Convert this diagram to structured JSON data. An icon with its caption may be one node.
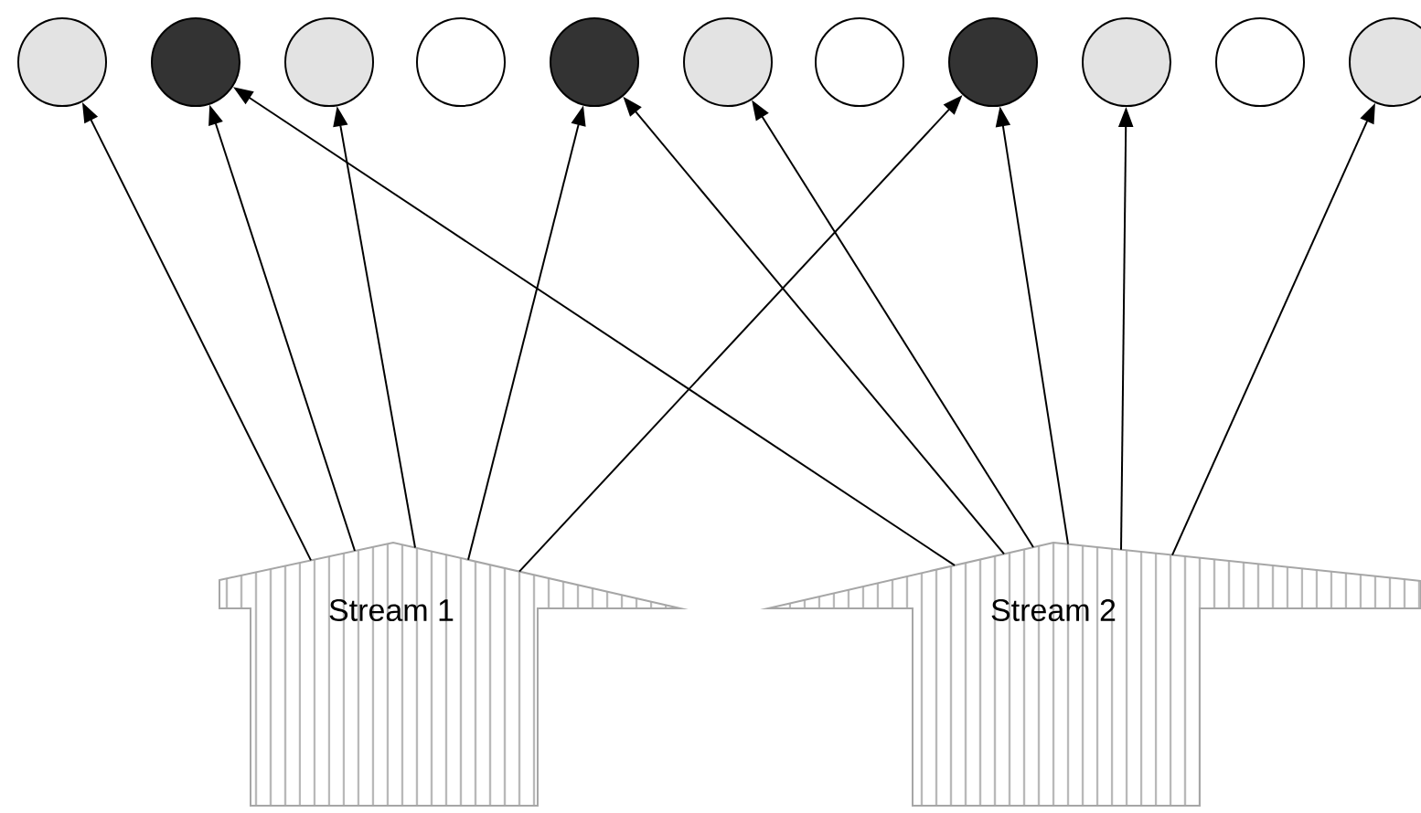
{
  "diagram": {
    "nodes": [
      {
        "text": [],
        "shape": "circle"
      },
      {
        "text": [],
        "shape": "circle"
      },
      {
        "text": [],
        "shape": "circle"
      },
      {
        "text": [],
        "shape": "circle"
      },
      {
        "text": [],
        "shape": "circle"
      },
      {
        "text": [],
        "shape": "circle"
      },
      {
        "text": [],
        "shape": "circle"
      },
      {
        "text": [],
        "shape": "circle"
      },
      {
        "text": [],
        "shape": "circle"
      },
      {
        "text": [],
        "shape": "circle"
      },
      {
        "text": [],
        "shape": "circle"
      },
      {
        "text": [
          "Stream 1"
        ]
      },
      {
        "text": [
          "Stream 2"
        ]
      }
    ],
    "edges": [
      {
        "from": 11,
        "to": 0,
        "arrow": "to"
      },
      {
        "from": 11,
        "to": 1,
        "arrow": "to"
      },
      {
        "from": 11,
        "to": 2,
        "arrow": "to"
      },
      {
        "from": 11,
        "to": 4,
        "arrow": "to"
      },
      {
        "from": 11,
        "to": 7,
        "arrow": "to"
      },
      {
        "from": 12,
        "to": 1,
        "arrow": "to"
      },
      {
        "from": 12,
        "to": 4,
        "arrow": "to"
      },
      {
        "from": 12,
        "to": 5,
        "arrow": "to"
      },
      {
        "from": 12,
        "to": 7,
        "arrow": "to"
      },
      {
        "from": 12,
        "to": 8,
        "arrow": "to"
      },
      {
        "from": 12,
        "to": 10,
        "arrow": "to"
      }
    ]
  }
}
